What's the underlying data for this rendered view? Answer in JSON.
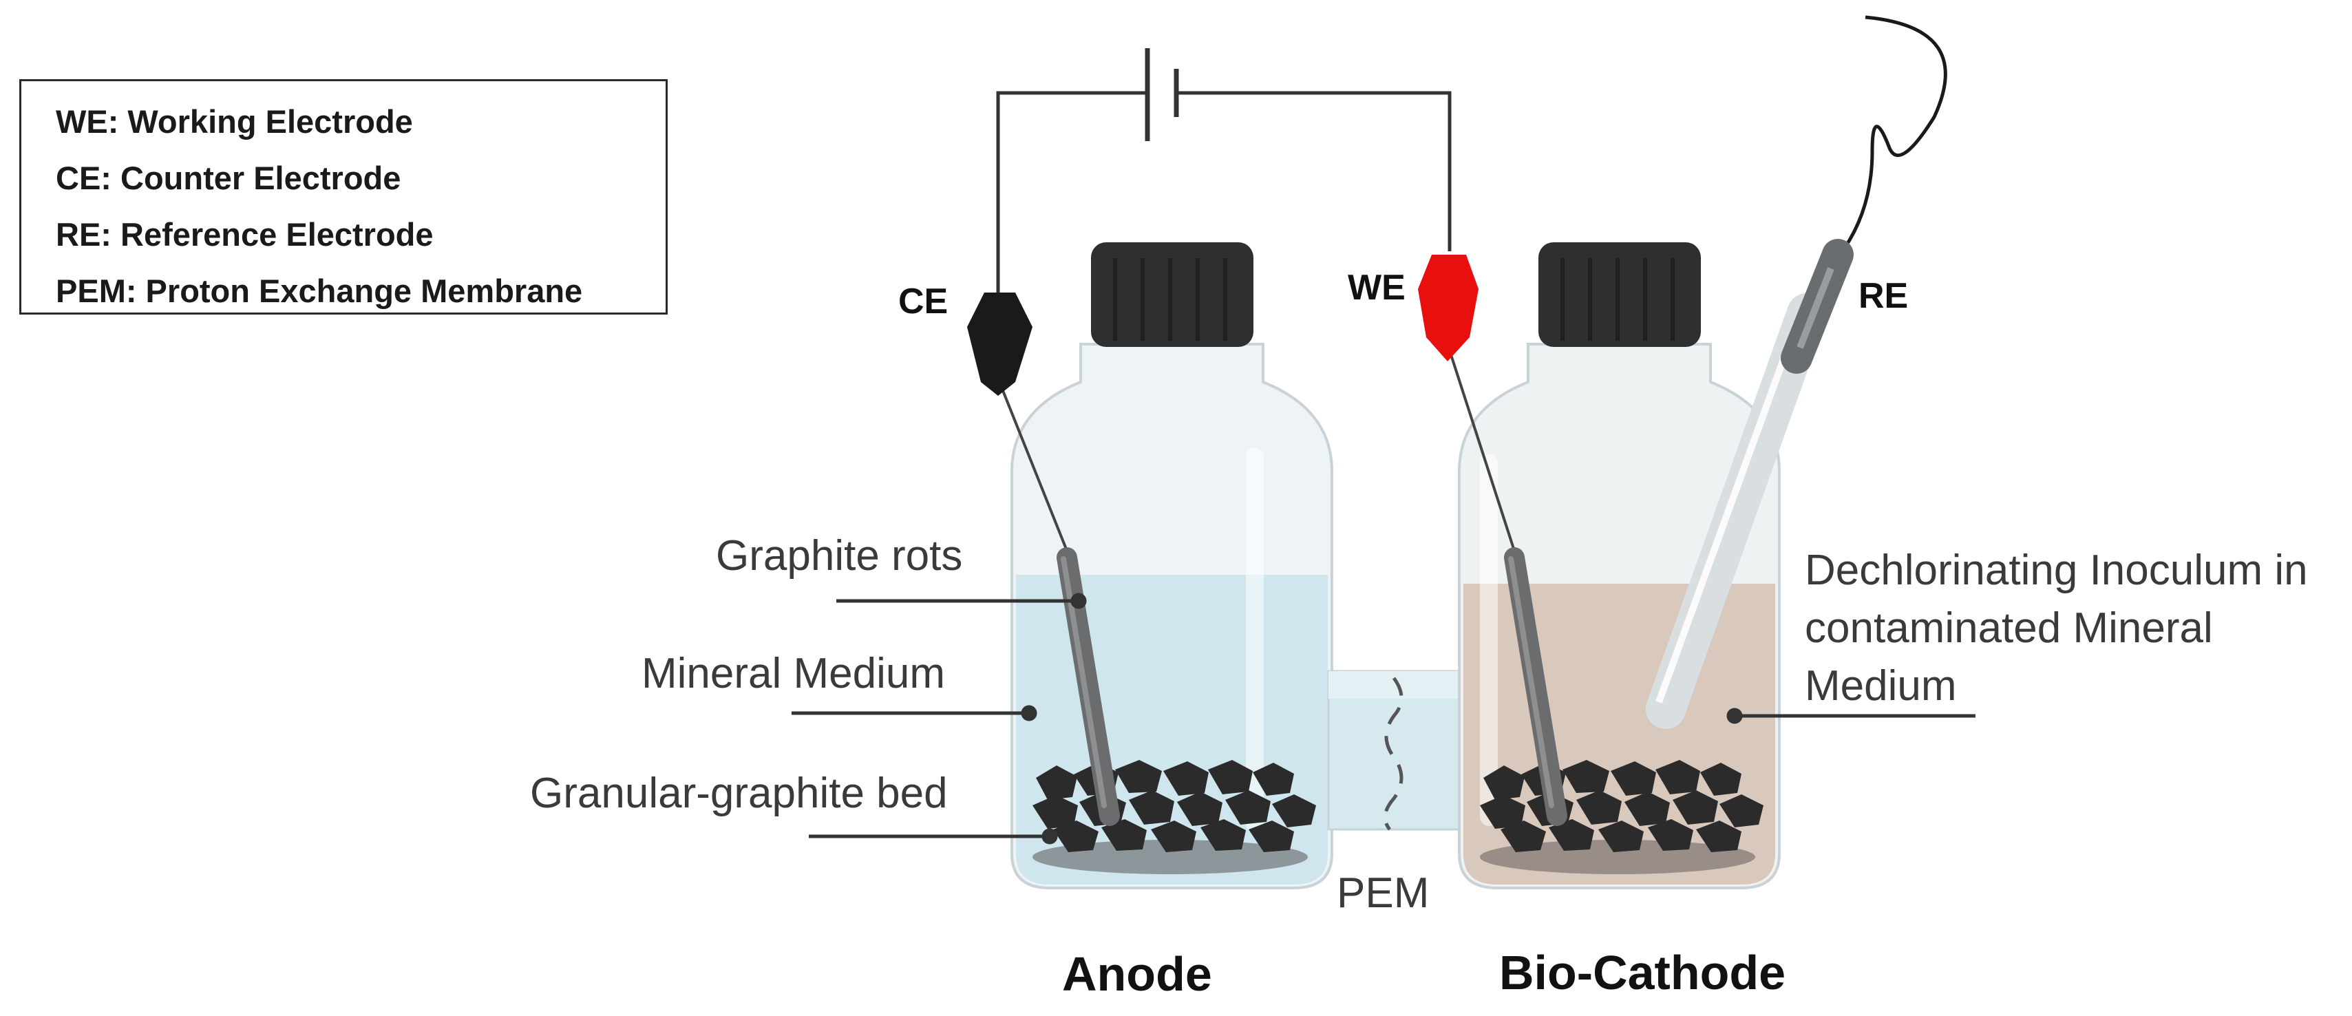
{
  "legend": {
    "items": [
      "WE: Working Electrode",
      "CE: Counter Electrode",
      "RE: Reference Electrode",
      "PEM: Proton Exchange Membrane"
    ]
  },
  "electrodes": {
    "ce": "CE",
    "we": "WE",
    "re": "RE"
  },
  "callouts": {
    "graphite_rods": "Graphite rots",
    "mineral_medium": "Mineral Medium",
    "granular_bed": "Granular-graphite bed",
    "inoculum": "Dechlorinating Inoculum in contaminated Mineral Medium",
    "pem": "PEM"
  },
  "chambers": {
    "anode": "Anode",
    "cathode": "Bio-Cathode"
  },
  "colors": {
    "we_clip": "#e8100e",
    "ce_clip": "#1a1a1a",
    "anode_liquid": "#cfe6ee",
    "cathode_liquid": "#d9c8bc",
    "cap": "#2d2f31",
    "graphite": "#2b2b2b"
  }
}
